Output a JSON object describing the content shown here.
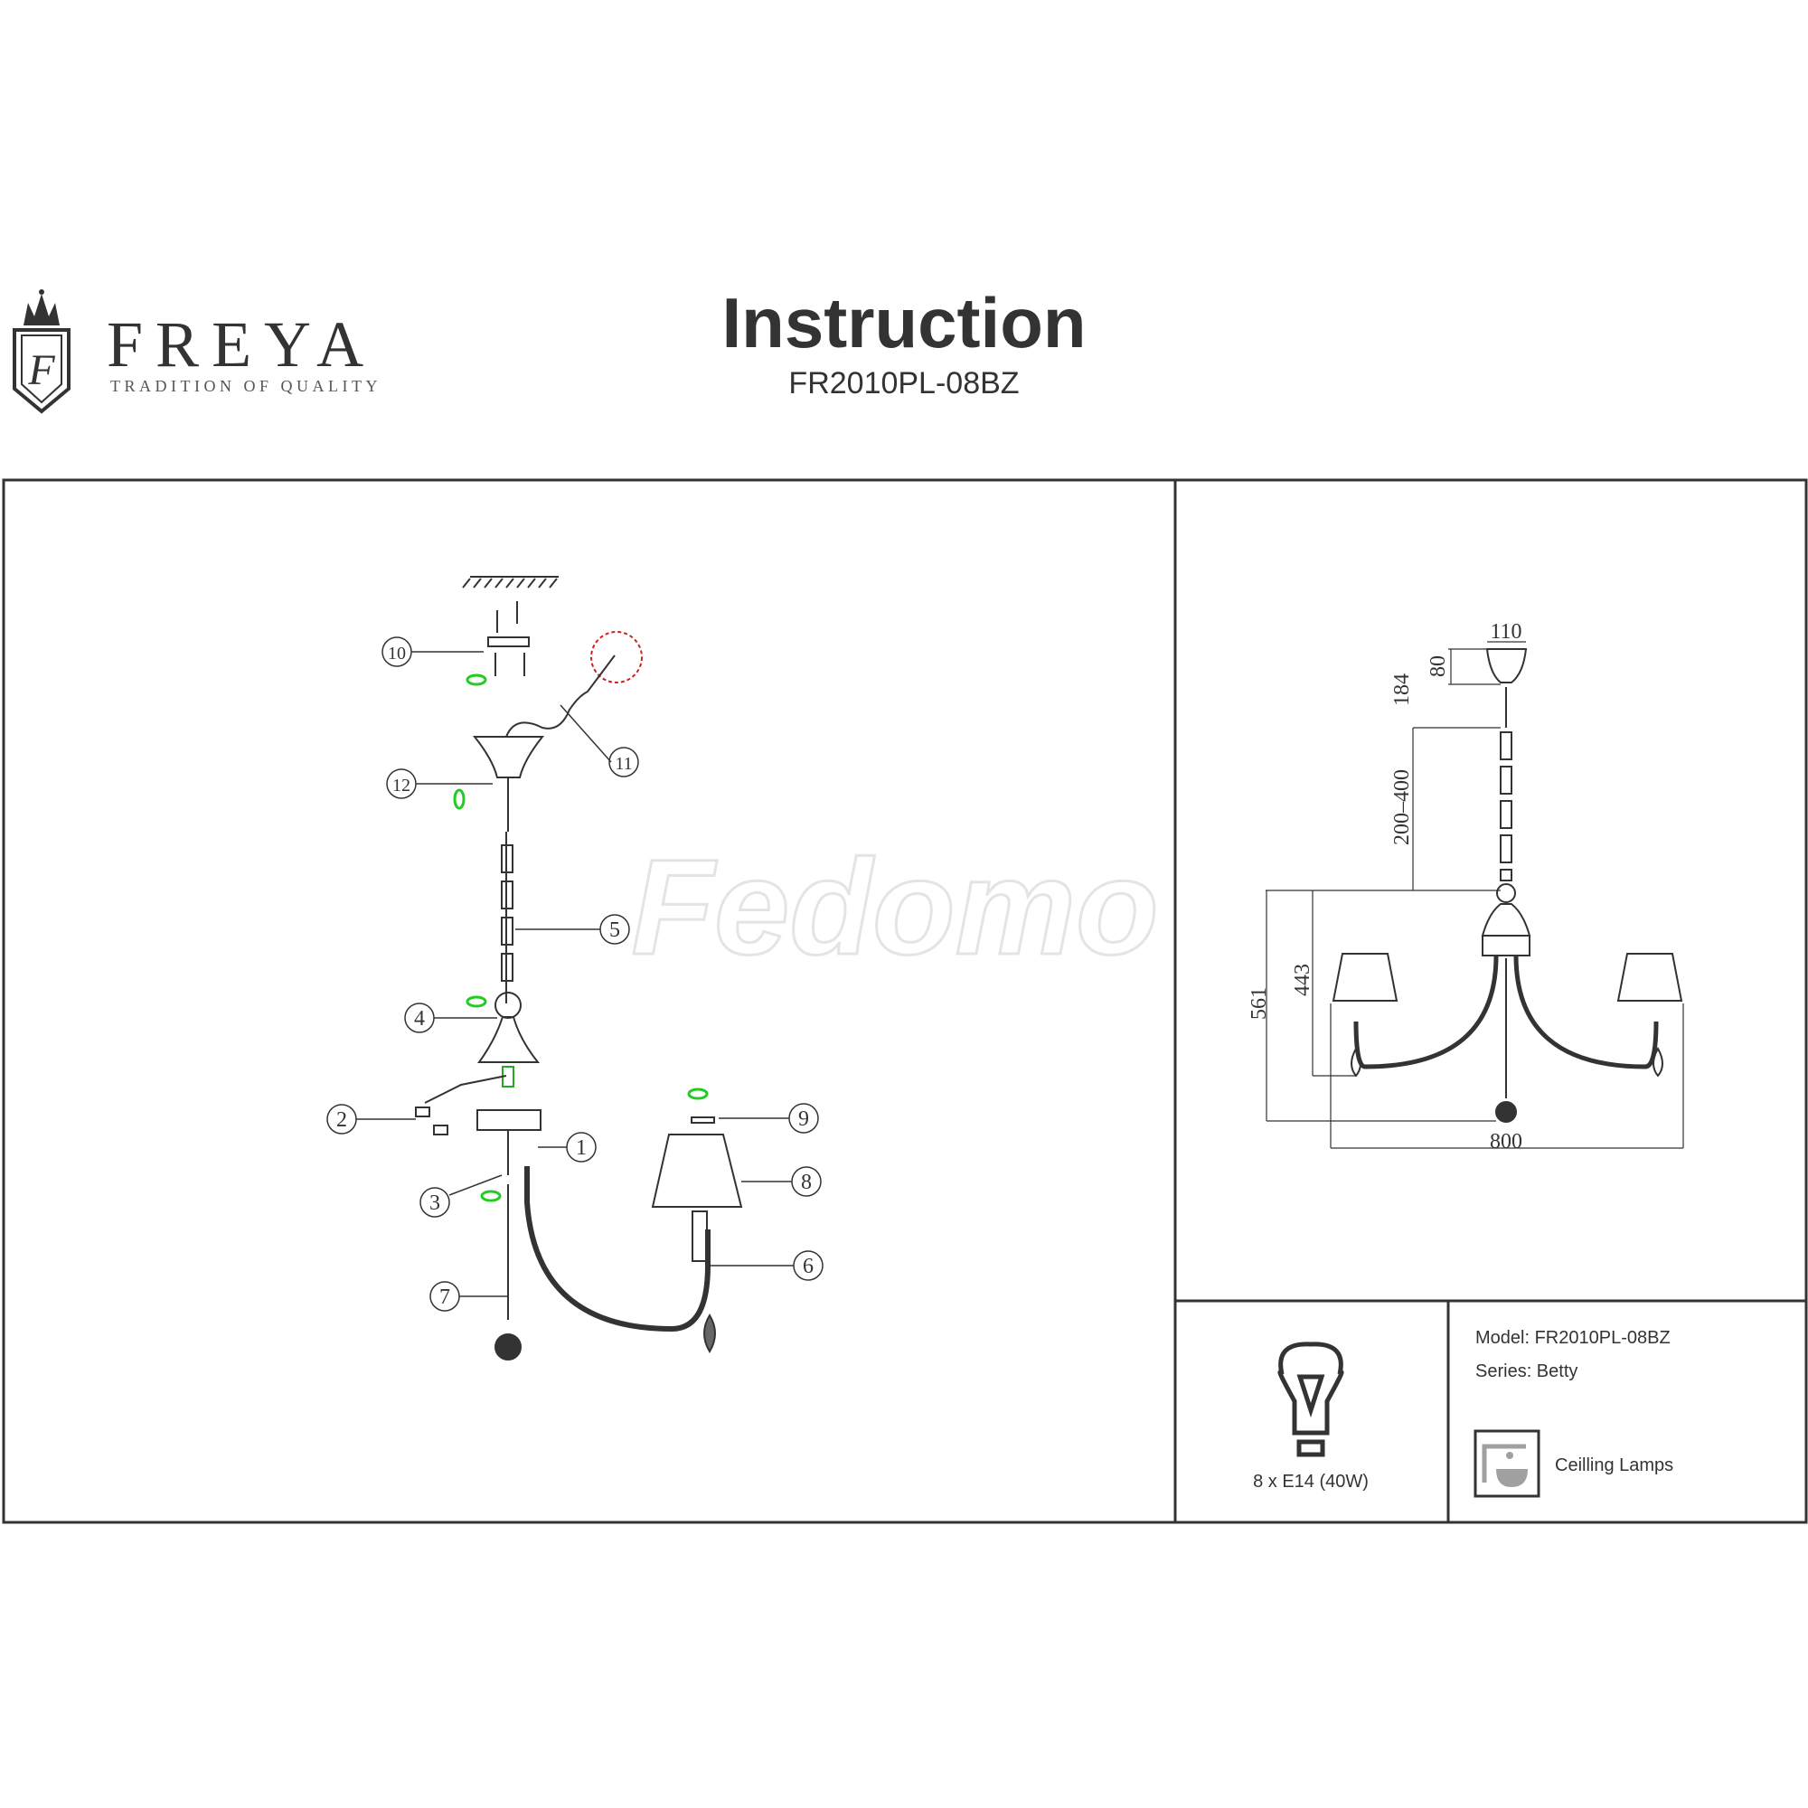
{
  "header": {
    "brand": "FREYA",
    "tagline": "TRADITION OF QUALITY",
    "title": "Instruction",
    "model_code": "FR2010PL-08BZ"
  },
  "watermark": "Fedomo",
  "assembly": {
    "callouts": [
      "1",
      "2",
      "3",
      "4",
      "5",
      "6",
      "7",
      "8",
      "9",
      "10",
      "11",
      "12"
    ]
  },
  "dimensions": {
    "canopy_width": "110",
    "canopy_height": "80",
    "top_to_chain": "184",
    "chain_range": "200–400",
    "body_height": "443",
    "total_height": "561",
    "width": "800"
  },
  "specs": {
    "bulb": "8 x E14 (40W)",
    "model": "Model: FR2010PL-08BZ",
    "series": "Series: Betty",
    "category": "Ceilling Lamps"
  },
  "colors": {
    "line": "#333333",
    "accent_green": "#22cc22",
    "accent_red": "#cc2222",
    "icon_gray": "#a0a0a0"
  }
}
